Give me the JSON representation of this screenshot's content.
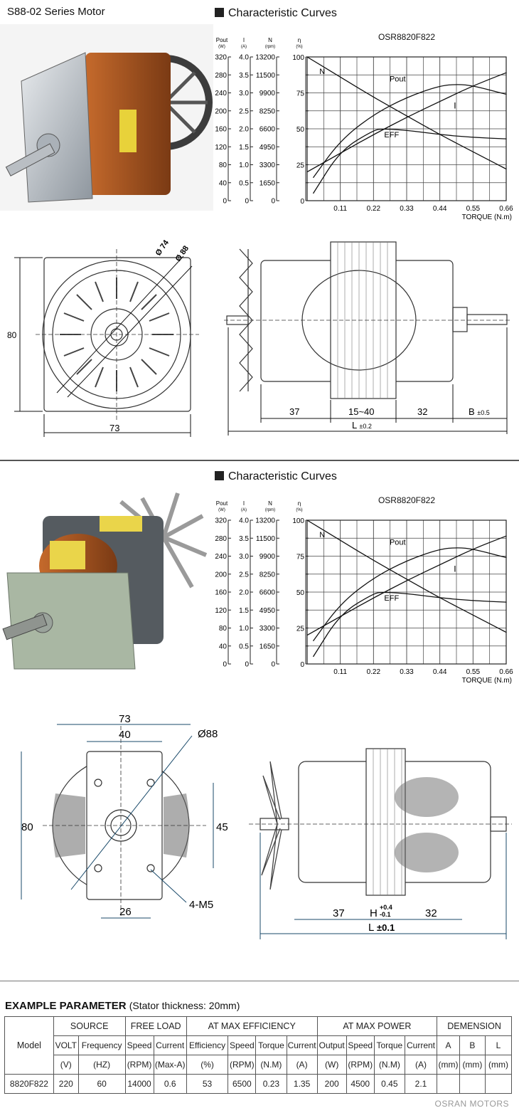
{
  "header": {
    "title": "S88-02 Series Motor"
  },
  "sections": [
    {
      "heading": "Characteristic Curves",
      "chart_index": 0
    },
    {
      "heading": "Characteristic Curves",
      "chart_index": 1
    }
  ],
  "chart_data": [
    {
      "type": "line",
      "title": "OSR8820F822",
      "xlabel": "TORQUE (N.m)",
      "x_ticks": [
        "0.11",
        "0.22",
        "0.33",
        "0.44",
        "0.55",
        "0.66"
      ],
      "xlim": [
        0,
        0.66
      ],
      "left_axes": [
        {
          "name": "Pout",
          "unit": "(W)",
          "ticks": [
            "320",
            "280",
            "240",
            "200",
            "160",
            "120",
            "80",
            "40",
            "0"
          ]
        },
        {
          "name": "I",
          "unit": "(A)",
          "ticks": [
            "4.0",
            "3.5",
            "3.0",
            "2.5",
            "2.0",
            "1.5",
            "1.0",
            "0.5",
            "0"
          ]
        },
        {
          "name": "N",
          "unit": "(rpm)",
          "ticks": [
            "13200",
            "11500",
            "9900",
            "8250",
            "6600",
            "4950",
            "3300",
            "1650",
            "0"
          ]
        },
        {
          "name": "η",
          "unit": "(%)",
          "ticks": [
            "",
            "",
            "",
            "",
            "",
            "",
            "",
            "",
            ""
          ]
        }
      ],
      "right_axis": {
        "ticks": [
          "100",
          "75",
          "50",
          "25",
          "0"
        ],
        "ylim": [
          0,
          100
        ]
      },
      "series": [
        {
          "name": "N",
          "x": [
            0,
            0.11,
            0.22,
            0.33,
            0.44,
            0.55,
            0.66
          ],
          "y": [
            100,
            86,
            72,
            59,
            46,
            34,
            22
          ]
        },
        {
          "name": "Pout",
          "x": [
            0.02,
            0.11,
            0.22,
            0.33,
            0.44,
            0.5,
            0.55,
            0.66
          ],
          "y": [
            16,
            42,
            60,
            72,
            80,
            81,
            80,
            74
          ]
        },
        {
          "name": "I",
          "x": [
            0,
            0.11,
            0.22,
            0.33,
            0.44,
            0.55,
            0.66
          ],
          "y": [
            20,
            33,
            46,
            58,
            69,
            80,
            89
          ]
        },
        {
          "name": "EFF",
          "x": [
            0.02,
            0.11,
            0.22,
            0.25,
            0.33,
            0.44,
            0.55,
            0.66
          ],
          "y": [
            5,
            35,
            49,
            50,
            49,
            46,
            44,
            43
          ]
        }
      ]
    },
    {
      "type": "line",
      "title": "OSR8820F822",
      "xlabel": "TORQUE (N.m)",
      "x_ticks": [
        "0.11",
        "0.22",
        "0.33",
        "0.44",
        "0.55",
        "0.66"
      ],
      "xlim": [
        0,
        0.66
      ],
      "left_axes": [
        {
          "name": "Pout",
          "unit": "(W)",
          "ticks": [
            "320",
            "280",
            "240",
            "200",
            "160",
            "120",
            "80",
            "40",
            "0"
          ]
        },
        {
          "name": "I",
          "unit": "(A)",
          "ticks": [
            "4.0",
            "3.5",
            "3.0",
            "2.5",
            "2.0",
            "1.5",
            "1.0",
            "0.5",
            "0"
          ]
        },
        {
          "name": "N",
          "unit": "(rpm)",
          "ticks": [
            "13200",
            "11500",
            "9900",
            "8250",
            "6600",
            "4950",
            "3300",
            "1650",
            "0"
          ]
        },
        {
          "name": "η",
          "unit": "(%)",
          "ticks": [
            "",
            "",
            "",
            "",
            "",
            "",
            "",
            "",
            ""
          ]
        }
      ],
      "right_axis": {
        "ticks": [
          "100",
          "75",
          "50",
          "25",
          "0"
        ],
        "ylim": [
          0,
          100
        ]
      },
      "series": [
        {
          "name": "N",
          "x": [
            0,
            0.11,
            0.22,
            0.33,
            0.44,
            0.55,
            0.66
          ],
          "y": [
            100,
            86,
            72,
            59,
            46,
            34,
            22
          ]
        },
        {
          "name": "Pout",
          "x": [
            0.02,
            0.11,
            0.22,
            0.33,
            0.44,
            0.5,
            0.55,
            0.66
          ],
          "y": [
            16,
            42,
            60,
            72,
            80,
            81,
            80,
            74
          ]
        },
        {
          "name": "I",
          "x": [
            0,
            0.11,
            0.22,
            0.33,
            0.44,
            0.55,
            0.66
          ],
          "y": [
            20,
            33,
            46,
            58,
            69,
            80,
            89
          ]
        },
        {
          "name": "EFF",
          "x": [
            0.02,
            0.11,
            0.22,
            0.25,
            0.33,
            0.44,
            0.55,
            0.66
          ],
          "y": [
            5,
            35,
            49,
            50,
            49,
            46,
            44,
            43
          ]
        }
      ]
    }
  ],
  "drawing1_front": {
    "d74": "Ø 74",
    "d88": "Ø 88",
    "height": "80",
    "width": "73"
  },
  "drawing1_side": {
    "a": "37",
    "b": "15~40",
    "c": "32",
    "bdim": "B",
    "btol": "±0.5",
    "l": "L",
    "ltol": "±0.2"
  },
  "drawing2_front": {
    "width_outer": "73",
    "width_inner": "40",
    "d88": "Ø88",
    "height": "80",
    "h45": "45",
    "h26": "26",
    "holes": "4-M5"
  },
  "drawing2_side": {
    "a": "37",
    "h": "H",
    "htol_up": "+0.4",
    "htol_dn": "-0.1",
    "c": "32",
    "l": "L",
    "ltol": "±0.1"
  },
  "param": {
    "title": "EXAMPLE PARAMETER",
    "note": "(Stator thickness: 20mm)",
    "col_model": "Model",
    "groups": {
      "source": "SOURCE",
      "free": "FREE LOAD",
      "eff": "AT MAX EFFICIENCY",
      "power": "AT MAX POWER",
      "dim": "DEMENSION"
    },
    "sub": [
      "VOLT",
      "Frequency",
      "Speed",
      "Current",
      "Efficiency",
      "Speed",
      "Torque",
      "Current",
      "Output",
      "Speed",
      "Torque",
      "Current",
      "A",
      "B",
      "L"
    ],
    "units": [
      "(V)",
      "(HZ)",
      "(RPM)",
      "(Max-A)",
      "(%)",
      "(RPM)",
      "(N.M)",
      "(A)",
      "(W)",
      "(RPM)",
      "(N.M)",
      "(A)",
      "(mm)",
      "(mm)",
      "(mm)"
    ],
    "row": [
      "8820F822",
      "220",
      "60",
      "14000",
      "0.6",
      "53",
      "6500",
      "0.23",
      "1.35",
      "200",
      "4500",
      "0.45",
      "2.1",
      "",
      "",
      ""
    ]
  },
  "footer": {
    "brand": "OSRAN MOTORS"
  }
}
